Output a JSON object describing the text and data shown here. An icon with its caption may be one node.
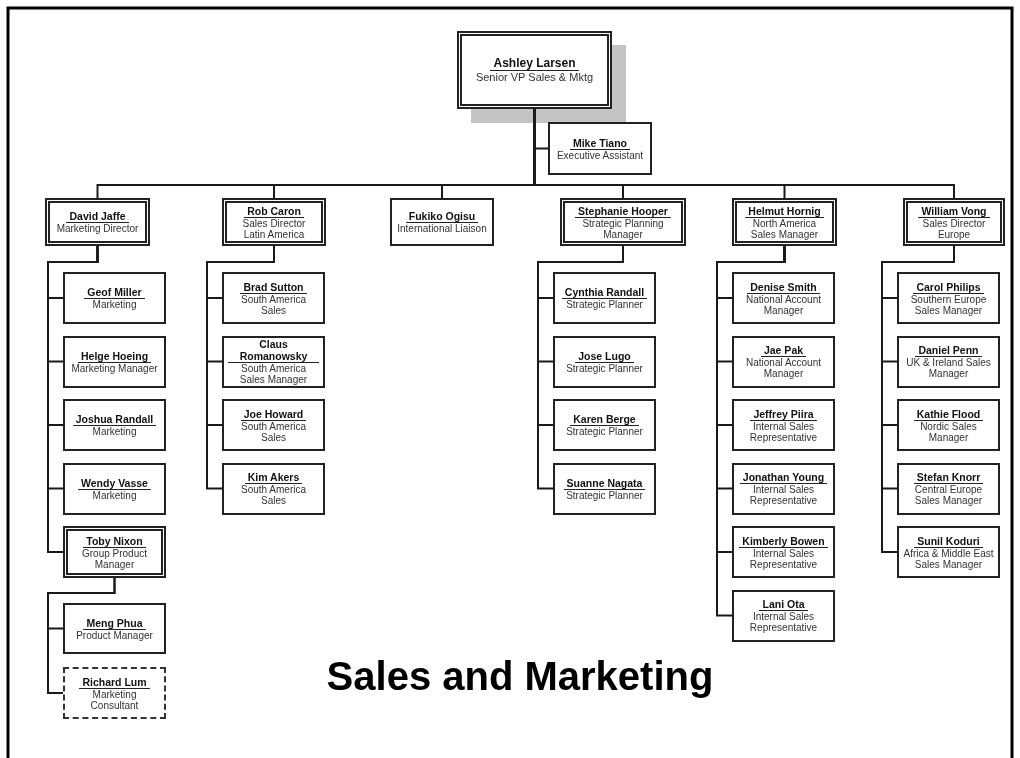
{
  "diagram": {
    "title": "Sales and Marketing",
    "nodes": [
      {
        "text": [
          "Ashley Larsen",
          "Senior VP Sales & Mktg"
        ]
      },
      {
        "text": [
          "Mike Tiano",
          "Executive Assistant"
        ]
      },
      {
        "text": [
          "David Jaffe",
          "Marketing Director"
        ]
      },
      {
        "text": [
          "Rob Caron",
          "Sales Director Latin America"
        ]
      },
      {
        "text": [
          "Fukiko Ogisu",
          "International Liaison"
        ]
      },
      {
        "text": [
          "Stephanie Hooper",
          "Strategic Planning Manager"
        ]
      },
      {
        "text": [
          "Helmut Hornig",
          "North America Sales Manager"
        ]
      },
      {
        "text": [
          "William Vong",
          "Sales Director Europe"
        ]
      },
      {
        "text": [
          "Geof Miller",
          "Marketing"
        ]
      },
      {
        "text": [
          "Helge Hoeing",
          "Marketing Manager"
        ]
      },
      {
        "text": [
          "Joshua Randall",
          "Marketing"
        ]
      },
      {
        "text": [
          "Wendy Vasse",
          "Marketing"
        ]
      },
      {
        "text": [
          "Toby Nixon",
          "Group Product Manager"
        ]
      },
      {
        "text": [
          "Meng Phua",
          "Product Manager"
        ]
      },
      {
        "text": [
          "Richard Lum",
          "Marketing Consultant"
        ]
      },
      {
        "text": [
          "Brad Sutton",
          "South America Sales"
        ]
      },
      {
        "text": [
          "Claus Romanowsky",
          "South America Sales Manager"
        ]
      },
      {
        "text": [
          "Joe Howard",
          "South America Sales"
        ]
      },
      {
        "text": [
          "Kim Akers",
          "South America Sales"
        ]
      },
      {
        "text": [
          "Cynthia Randall",
          "Strategic Planner"
        ]
      },
      {
        "text": [
          "Jose Lugo",
          "Strategic Planner"
        ]
      },
      {
        "text": [
          "Karen Berge",
          "Strategic Planner"
        ]
      },
      {
        "text": [
          "Suanne Nagata",
          "Strategic Planner"
        ]
      },
      {
        "text": [
          "Denise Smith",
          "National Account Manager"
        ]
      },
      {
        "text": [
          "Jae Pak",
          "National Account Manager"
        ]
      },
      {
        "text": [
          "Jeffrey Piira",
          "Internal Sales Representative"
        ]
      },
      {
        "text": [
          "Jonathan Young",
          "Internal Sales Representative"
        ]
      },
      {
        "text": [
          "Kimberly Bowen",
          "Internal Sales Representative"
        ]
      },
      {
        "text": [
          "Lani Ota",
          "Internal Sales Representative"
        ]
      },
      {
        "text": [
          "Carol Philips",
          "Southern Europe Sales Manager"
        ]
      },
      {
        "text": [
          "Daniel Penn",
          "UK & Ireland Sales Manager"
        ]
      },
      {
        "text": [
          "Kathie Flood",
          "Nordic Sales Manager"
        ]
      },
      {
        "text": [
          "Stefan Knorr",
          "Central Europe Sales Manager"
        ]
      },
      {
        "text": [
          "Sunil Koduri",
          "Africa & Middle East Sales Manager"
        ]
      }
    ],
    "edges": [
      {
        "from": 0,
        "to": 1,
        "arrow": "none"
      },
      {
        "from": 0,
        "to": 2,
        "arrow": "none"
      },
      {
        "from": 0,
        "to": 3,
        "arrow": "none"
      },
      {
        "from": 0,
        "to": 4,
        "arrow": "none"
      },
      {
        "from": 0,
        "to": 5,
        "arrow": "none"
      },
      {
        "from": 0,
        "to": 6,
        "arrow": "none"
      },
      {
        "from": 0,
        "to": 7,
        "arrow": "none"
      },
      {
        "from": 2,
        "to": 8,
        "arrow": "none"
      },
      {
        "from": 2,
        "to": 9,
        "arrow": "none"
      },
      {
        "from": 2,
        "to": 10,
        "arrow": "none"
      },
      {
        "from": 2,
        "to": 11,
        "arrow": "none"
      },
      {
        "from": 2,
        "to": 12,
        "arrow": "none"
      },
      {
        "from": 12,
        "to": 13,
        "arrow": "none"
      },
      {
        "from": 12,
        "to": 14,
        "arrow": "none"
      },
      {
        "from": 3,
        "to": 15,
        "arrow": "none"
      },
      {
        "from": 3,
        "to": 16,
        "arrow": "none"
      },
      {
        "from": 3,
        "to": 17,
        "arrow": "none"
      },
      {
        "from": 3,
        "to": 18,
        "arrow": "none"
      },
      {
        "from": 5,
        "to": 19,
        "arrow": "none"
      },
      {
        "from": 5,
        "to": 20,
        "arrow": "none"
      },
      {
        "from": 5,
        "to": 21,
        "arrow": "none"
      },
      {
        "from": 5,
        "to": 22,
        "arrow": "none"
      },
      {
        "from": 6,
        "to": 23,
        "arrow": "none"
      },
      {
        "from": 6,
        "to": 24,
        "arrow": "none"
      },
      {
        "from": 6,
        "to": 25,
        "arrow": "none"
      },
      {
        "from": 6,
        "to": 26,
        "arrow": "none"
      },
      {
        "from": 6,
        "to": 27,
        "arrow": "none"
      },
      {
        "from": 6,
        "to": 28,
        "arrow": "none"
      },
      {
        "from": 7,
        "to": 29,
        "arrow": "none"
      },
      {
        "from": 7,
        "to": 30,
        "arrow": "none"
      },
      {
        "from": 7,
        "to": 31,
        "arrow": "none"
      },
      {
        "from": 7,
        "to": 32,
        "arrow": "none"
      },
      {
        "from": 7,
        "to": 33,
        "arrow": "none"
      }
    ]
  }
}
